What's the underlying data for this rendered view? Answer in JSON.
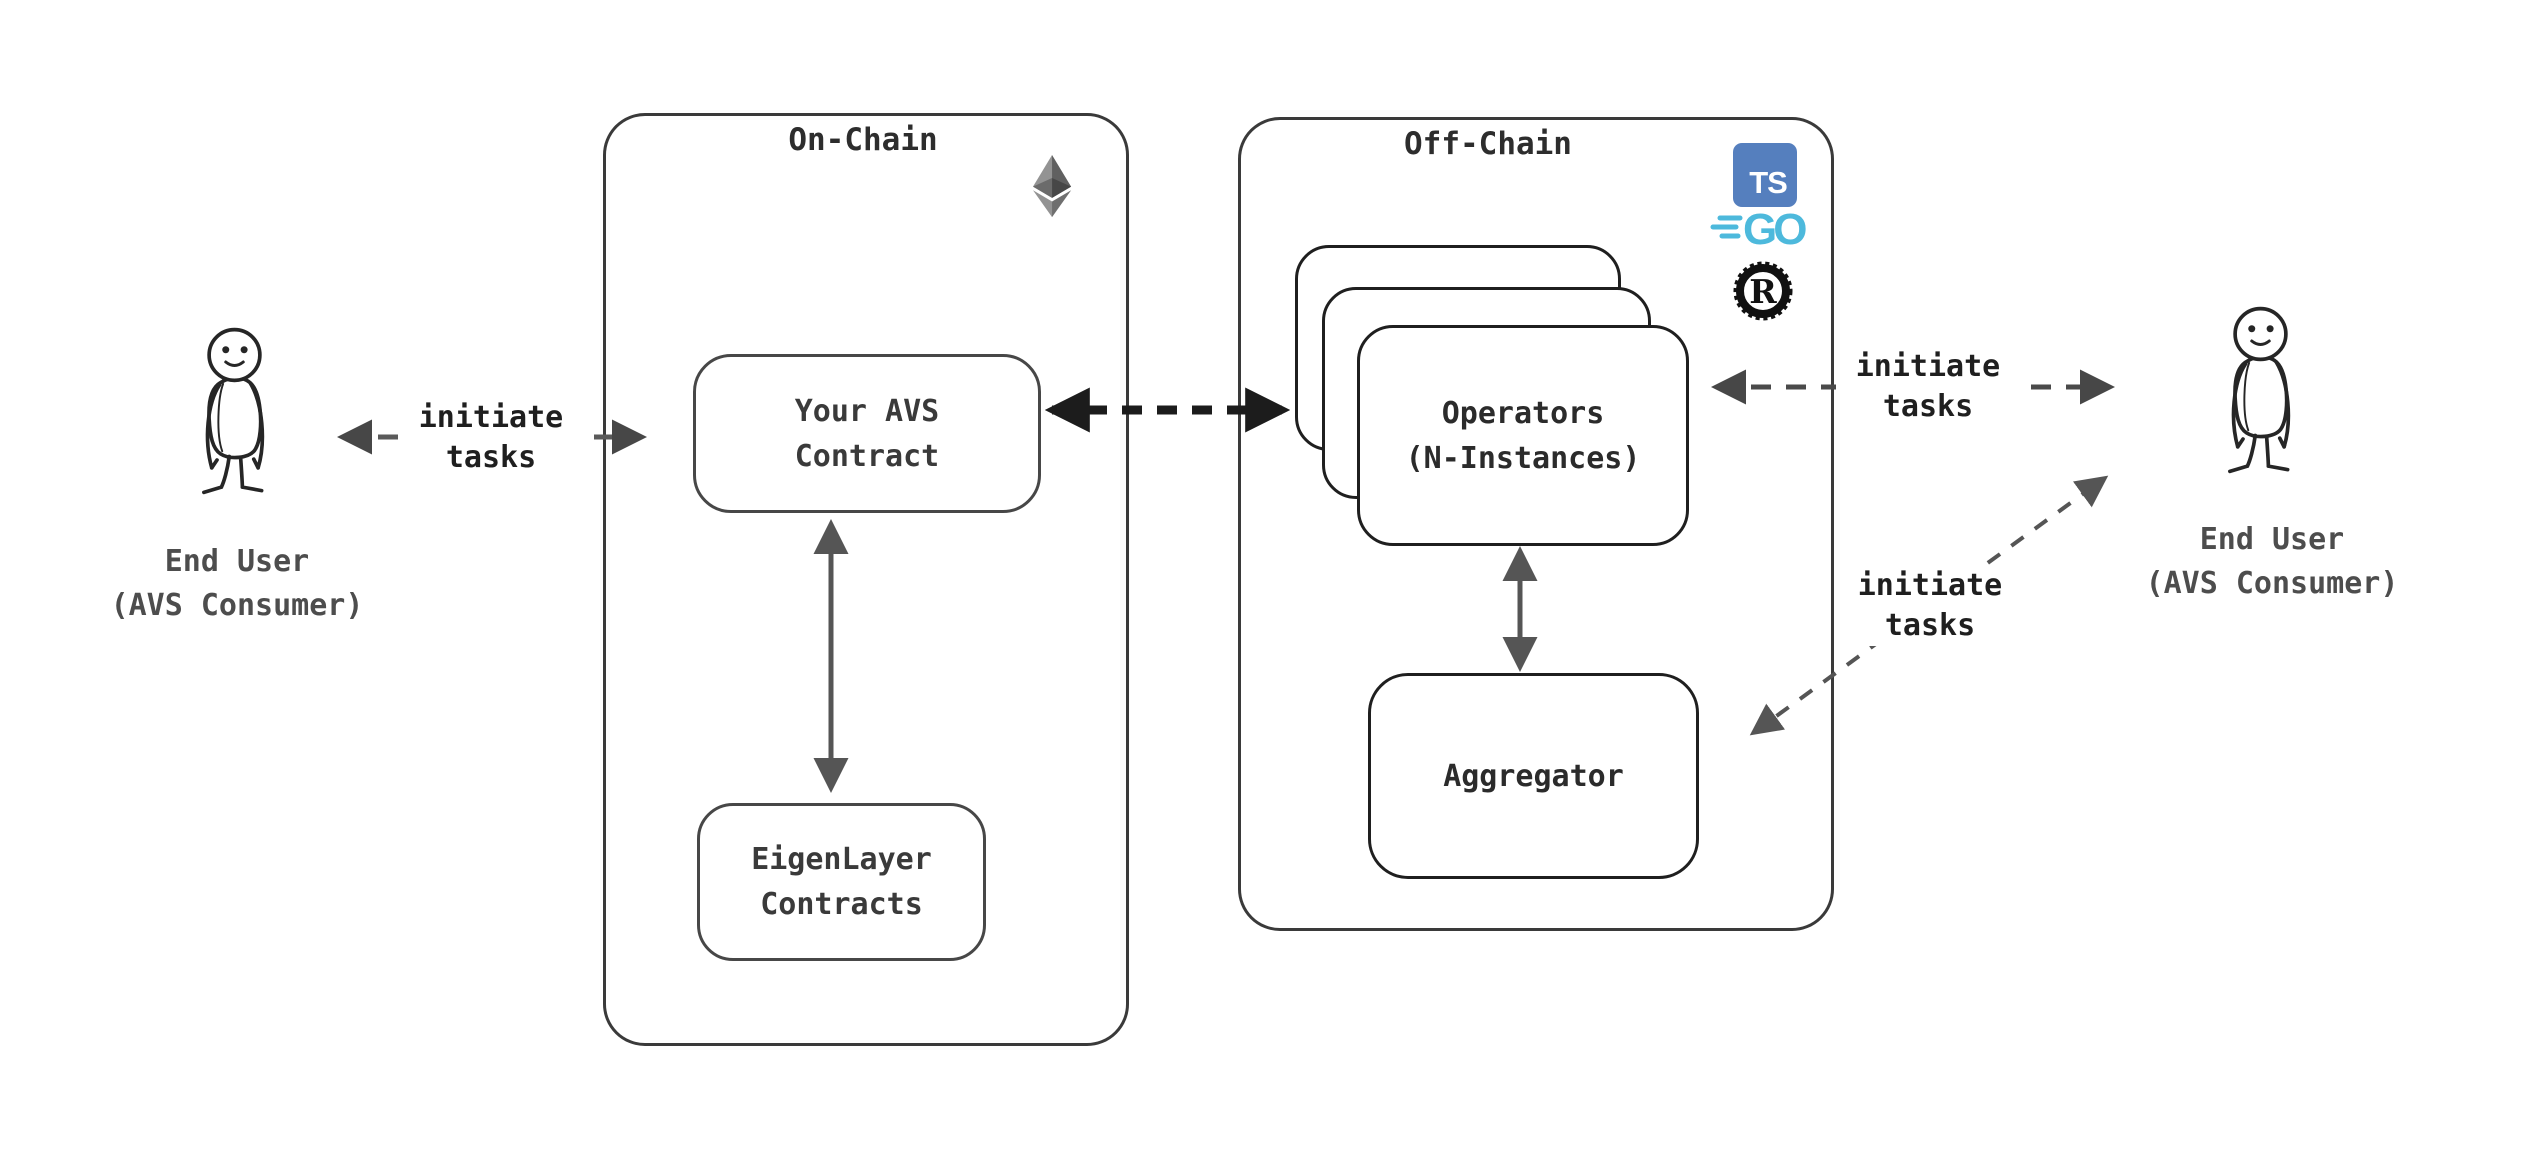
{
  "diagram": {
    "title_left_zone": "On-Chain",
    "title_right_zone": "Off-Chain"
  },
  "on_chain": {
    "title": "On-Chain",
    "nodes": {
      "your_avs_contract": {
        "label": "Your AVS\nContract"
      },
      "eigenlayer_contracts": {
        "label": "EigenLayer\nContracts"
      }
    }
  },
  "off_chain": {
    "title": "Off-Chain",
    "nodes": {
      "operators": {
        "label": "Operators\n(N-Instances)"
      },
      "aggregator": {
        "label": "Aggregator"
      }
    }
  },
  "actors": {
    "left_user": {
      "label": "End User\n(AVS Consumer)"
    },
    "right_user": {
      "label": "End User\n(AVS Consumer)"
    }
  },
  "edges": {
    "left_initiate": {
      "label": "initiate\ntasks"
    },
    "right_top_initiate": {
      "label": "initiate\ntasks"
    },
    "right_bottom_initiate": {
      "label": "initiate\ntasks"
    }
  },
  "icons": {
    "ethereum": {
      "name": "ethereum-icon"
    },
    "typescript": {
      "text": "TS",
      "bg": "#557fbe",
      "fg": "#ffffff"
    },
    "go": {
      "text": "GO",
      "color": "#4db9dc"
    },
    "rust": {
      "text": "R",
      "color": "#111111"
    }
  },
  "colors": {
    "container_border": "#3a3a3a",
    "node_border_dark": "#1f1f1f",
    "arrow_solid": "#555555",
    "arrow_dashed_gray": "#4a4a4a",
    "arrow_dashed_black": "#1c1c1c",
    "text_dark": "#1f1f1f",
    "text_gray": "#4d4d4d"
  }
}
